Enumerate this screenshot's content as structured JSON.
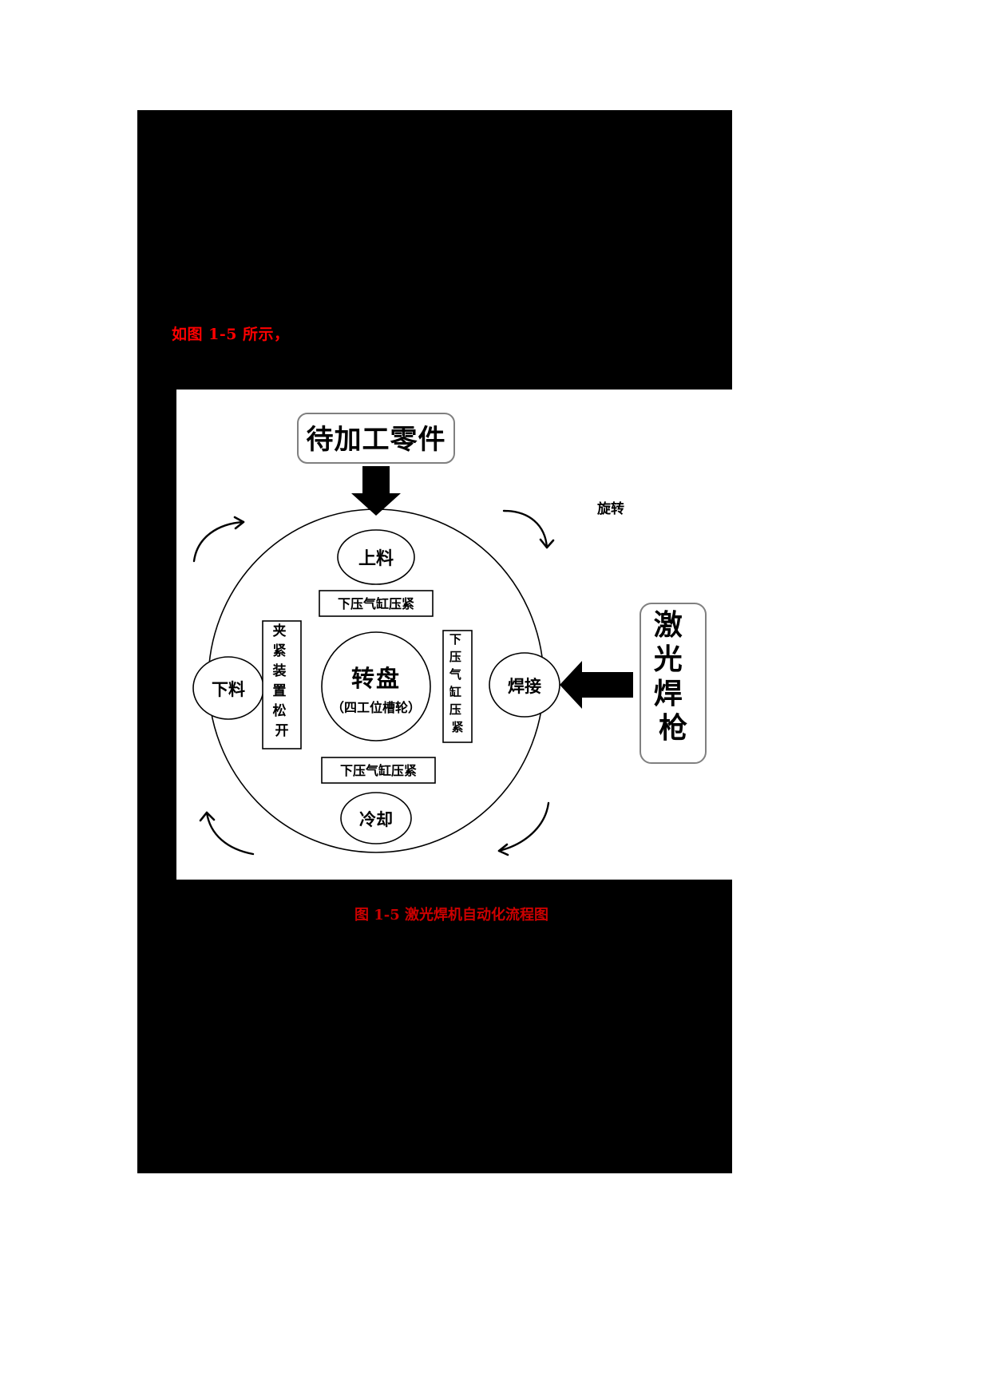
{
  "document": {
    "intro_text": "如图 1-5 所示，",
    "figure_caption": "图 1-5  激光焊机自动化流程图"
  },
  "diagram": {
    "title": "激光焊机自动化流程图",
    "type": "process-flow",
    "input_box": "待加工零件",
    "rotation_label": "旋转",
    "laser_gun_box": "激光焊枪",
    "center": {
      "main": "转盘",
      "sub": "（四工位槽轮）"
    },
    "stations": [
      {
        "id": "load",
        "label": "上料"
      },
      {
        "id": "weld",
        "label": "焊接"
      },
      {
        "id": "cool",
        "label": "冷却"
      },
      {
        "id": "unload",
        "label": "下料"
      }
    ],
    "boxes": [
      {
        "id": "top-clamp",
        "label": "下压气缸压紧",
        "orientation": "horizontal"
      },
      {
        "id": "bottom-clamp",
        "label": "下压气缸压紧",
        "orientation": "horizontal"
      },
      {
        "id": "right-clamp",
        "label": "下压气缸压紧",
        "orientation": "vertical"
      },
      {
        "id": "left-release",
        "label": "夹紧装置松开",
        "orientation": "vertical"
      }
    ],
    "colors": {
      "accent_red": "#ff0000",
      "caption_red": "#cc0000",
      "page_background": "#000000",
      "figure_background": "#ffffff",
      "stroke": "#000000"
    }
  }
}
